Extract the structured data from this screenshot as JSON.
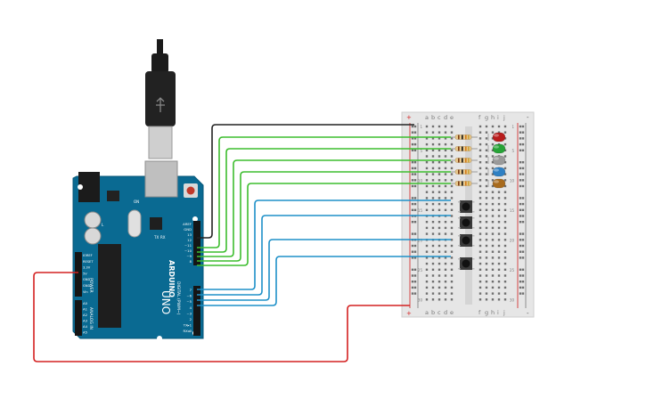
{
  "arduino": {
    "brand": "ARDUINO",
    "model": "UNO",
    "power_pins": [
      "IOREF",
      "RESET",
      "3.3V",
      "5V",
      "GND",
      "GND",
      "Vin"
    ],
    "power_label": "POWER",
    "analog_pins": [
      "A0",
      "A1",
      "A2",
      "A3",
      "A4",
      "A5"
    ],
    "analog_label": "ANALOG IN",
    "digital_pins_top": [
      "AREF",
      "GND",
      "13",
      "12",
      "~11",
      "~10",
      "~9",
      "8"
    ],
    "digital_pins_bottom": [
      "7",
      "~6",
      "~5",
      "4",
      "~3",
      "2",
      "TX▸1",
      "RX◂0"
    ],
    "digital_label": "DIGITAL (PWM~)",
    "tx_label": "TX",
    "rx_label": "RX",
    "l_label": "L",
    "on_label": "ON"
  },
  "breadboard": {
    "cols_left": [
      "a",
      "b",
      "c",
      "d",
      "e"
    ],
    "cols_right": [
      "f",
      "g",
      "h",
      "i",
      "j"
    ],
    "row_numbers": [
      "1",
      "5",
      "10",
      "15",
      "20",
      "25",
      "30"
    ],
    "plus": "+",
    "minus": "-"
  },
  "components": {
    "led_colors": [
      "#b81d1d",
      "#27a337",
      "#9a9a9a",
      "#2f80c3",
      "#a86b1e"
    ],
    "resistor_count": 5,
    "button_count": 4
  },
  "wire_colors": {
    "gnd": "#222222",
    "green": "#3dbd2e",
    "blue": "#1e90c8",
    "red": "#d42020"
  }
}
